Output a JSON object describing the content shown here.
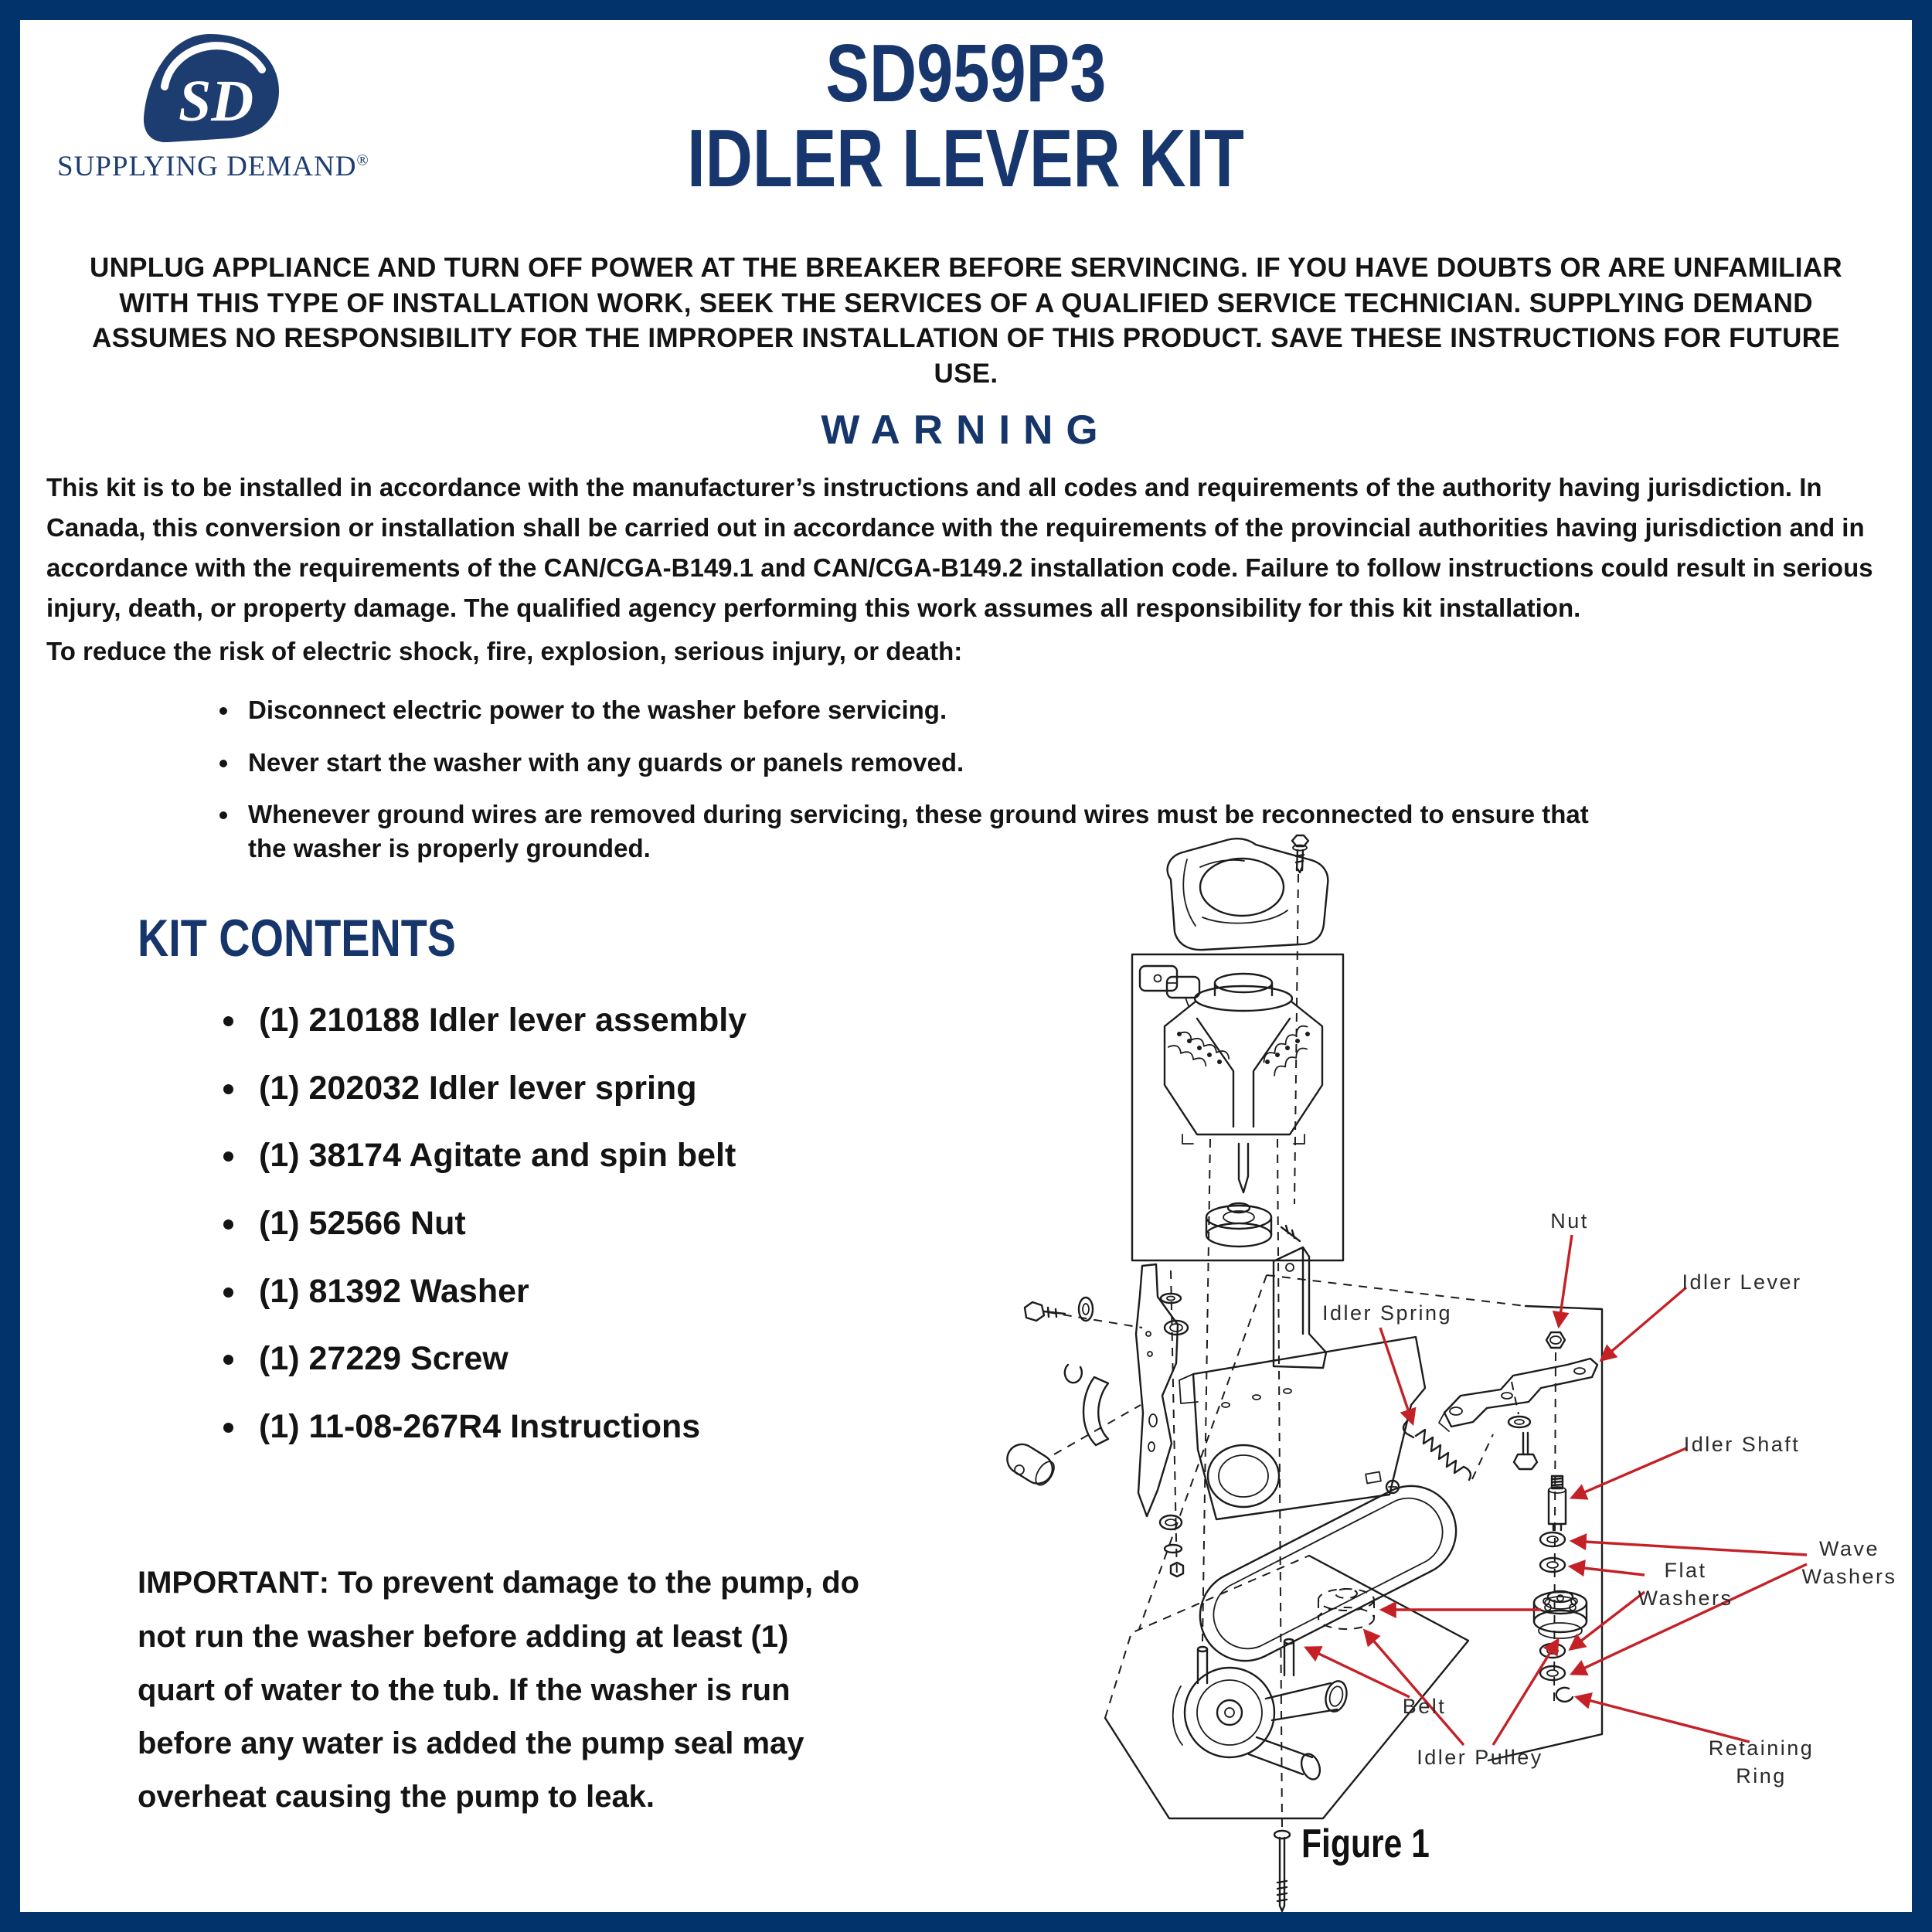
{
  "colors": {
    "navy": "#16366d",
    "border": "#03336b",
    "red": "#c42127",
    "ink": "#141414"
  },
  "header": {
    "brand_logo": "SD",
    "brand_name": "SUPPLYING DEMAND",
    "registered": "®",
    "title_line1": "SD959P3",
    "title_line2": "IDLER LEVER KIT"
  },
  "alert_text": "UNPLUG APPLIANCE AND TURN OFF POWER AT THE BREAKER BEFORE SERVINCING. IF YOU HAVE DOUBTS OR ARE UNFAMILIAR WITH THIS TYPE OF INSTALLATION WORK, SEEK THE SERVICES OF A QUALIFIED SERVICE TECHNICIAN. SUPPLYING DEMAND ASSUMES NO RESPONSIBILITY FOR THE IMPROPER INSTALLATION OF THIS PRODUCT. SAVE THESE INSTRUCTIONS FOR FUTURE USE.",
  "warning": {
    "heading": "WARNING",
    "body": "This kit is to be installed in accordance with the manufacturer’s instructions and all codes and requirements of the authority having jurisdiction. In Canada, this conversion or installation shall be carried out in accordance with the requirements of the provincial authorities having jurisdiction and in accordance with the requirements of the CAN/CGA-B149.1 and CAN/CGA-B149.2 installation code. Failure to follow instructions could result in serious injury, death, or property damage. The qualified agency performing this work assumes all responsibility for this kit installation.",
    "risk_intro": "To reduce the risk of electric shock, fire, explosion, serious injury, or death:",
    "bullets": [
      "Disconnect electric power to the washer before servicing.",
      "Never start the washer with any guards or panels removed.",
      "Whenever ground wires are removed during servicing, these ground wires must be reconnected to ensure that the washer is properly grounded."
    ]
  },
  "kit": {
    "heading": "KIT CONTENTS",
    "items": [
      "(1) 210188 Idler lever assembly",
      "(1) 202032 Idler lever spring",
      "(1) 38174 Agitate and spin belt",
      "(1) 52566 Nut",
      "(1) 81392 Washer",
      "(1) 27229 Screw",
      "(1) 11-08-267R4 Instructions"
    ]
  },
  "important": {
    "label": "IMPORTANT",
    "text": ": To prevent damage to the pump, do not run the washer before adding at least (1) quart of water to the tub. If the washer is run before any water is added the pump seal may overheat causing the pump to leak."
  },
  "figure": {
    "caption": "Figure 1",
    "labels": {
      "nut": "Nut",
      "idler_lever": "Idler Lever",
      "idler_spring": "Idler Spring",
      "idler_shaft": "Idler Shaft",
      "flat_washers": "Flat Washers",
      "wave_washers": "Wave Washers",
      "belt": "Belt",
      "idler_pulley": "Idler Pulley",
      "retaining_ring": "Retaining Ring"
    }
  }
}
